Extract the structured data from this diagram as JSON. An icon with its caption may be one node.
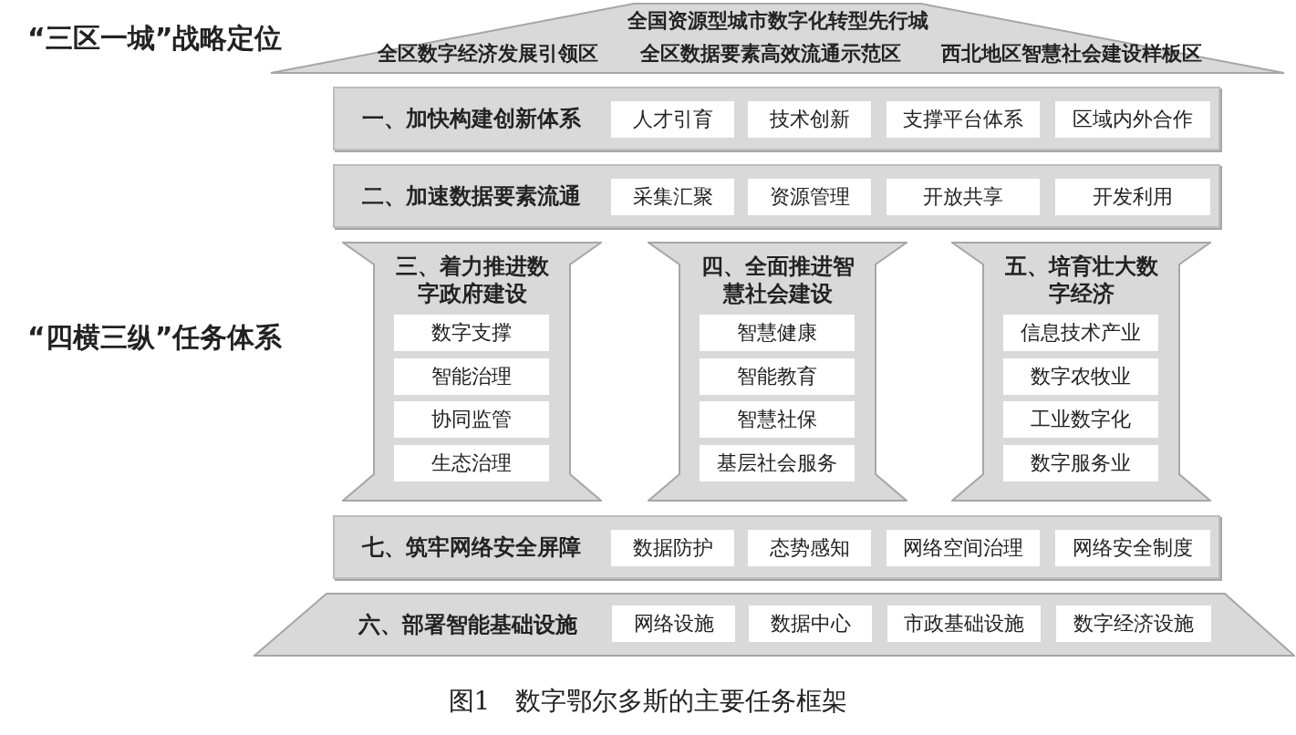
{
  "diagram": {
    "caption": "图1　数字鄂尔多斯的主要任务框架",
    "nodes": [
      {
        "text": [
          "全国资源型城市数字化转型先行城",
          "全区数字经济发展引领区",
          "全区数据要素高效流通示范区",
          "西北地区智慧社会建设样板区"
        ]
      },
      {
        "text": [
          "一、加快构建创新体系"
        ]
      },
      {
        "text": [
          "人才引育"
        ],
        "in": 1
      },
      {
        "text": [
          "技术创新"
        ],
        "in": 1
      },
      {
        "text": [
          "支撑平台体系"
        ],
        "in": 1
      },
      {
        "text": [
          "区域内外合作"
        ],
        "in": 1
      },
      {
        "text": [
          "二、加速数据要素流通"
        ]
      },
      {
        "text": [
          "采集汇聚"
        ],
        "in": 6
      },
      {
        "text": [
          "资源管理"
        ],
        "in": 6
      },
      {
        "text": [
          "开放共享"
        ],
        "in": 6
      },
      {
        "text": [
          "开发利用"
        ],
        "in": 6
      },
      {
        "text": [
          "三、着力推进数字政府建设"
        ]
      },
      {
        "text": [
          "数字支撑"
        ],
        "in": 11
      },
      {
        "text": [
          "智能治理"
        ],
        "in": 11
      },
      {
        "text": [
          "协同监管"
        ],
        "in": 11
      },
      {
        "text": [
          "生态治理"
        ],
        "in": 11
      },
      {
        "text": [
          "四、全面推进智慧社会建设"
        ]
      },
      {
        "text": [
          "智慧健康"
        ],
        "in": 16
      },
      {
        "text": [
          "智能教育"
        ],
        "in": 16
      },
      {
        "text": [
          "智慧社保"
        ],
        "in": 16
      },
      {
        "text": [
          "基层社会服务"
        ],
        "in": 16
      },
      {
        "text": [
          "五、培育壮大数字经济"
        ]
      },
      {
        "text": [
          "信息技术产业"
        ],
        "in": 21
      },
      {
        "text": [
          "数字农牧业"
        ],
        "in": 21
      },
      {
        "text": [
          "工业数字化"
        ],
        "in": 21
      },
      {
        "text": [
          "数字服务业"
        ],
        "in": 21
      },
      {
        "text": [
          "七、筑牢网络安全屏障"
        ]
      },
      {
        "text": [
          "数据防护"
        ],
        "in": 26
      },
      {
        "text": [
          "态势感知"
        ],
        "in": 26
      },
      {
        "text": [
          "网络空间治理"
        ],
        "in": 26
      },
      {
        "text": [
          "网络安全制度"
        ],
        "in": 26
      },
      {
        "text": [
          "六、部署智能基础设施"
        ]
      },
      {
        "text": [
          "网络设施"
        ],
        "in": 31
      },
      {
        "text": [
          "数据中心"
        ],
        "in": 31
      },
      {
        "text": [
          "市政基础设施"
        ],
        "in": 31
      },
      {
        "text": [
          "数字经济设施"
        ],
        "in": 31
      }
    ],
    "labels": [
      "“三区一城”战略定位",
      "“四横三纵”任务体系"
    ]
  }
}
